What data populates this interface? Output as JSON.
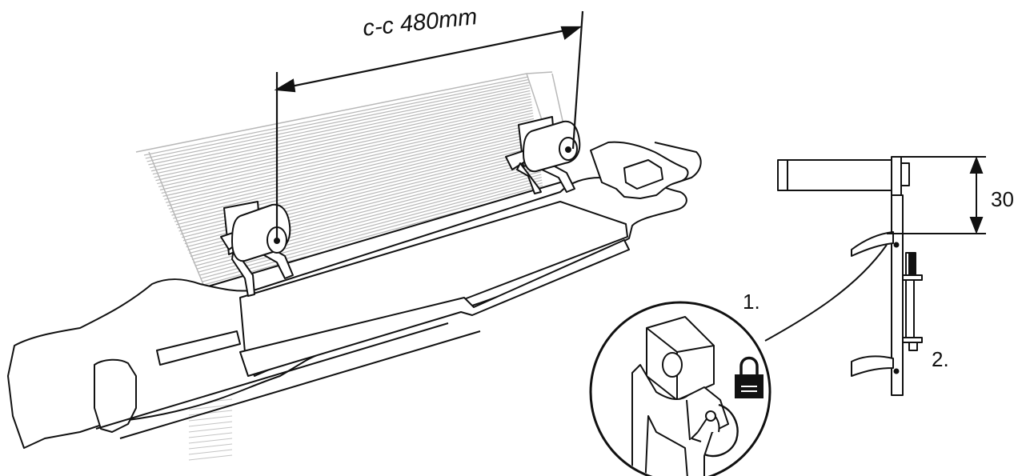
{
  "labels": {
    "center_distance": "c-c 480mm",
    "height_dimension": "30",
    "step_one": "1.",
    "step_two": "2."
  },
  "icons": {
    "lock": "padlock-icon"
  },
  "colors": {
    "line": "#111111",
    "grille": "#b8b8b8",
    "background": "#ffffff",
    "lock_fill": "#111111"
  }
}
